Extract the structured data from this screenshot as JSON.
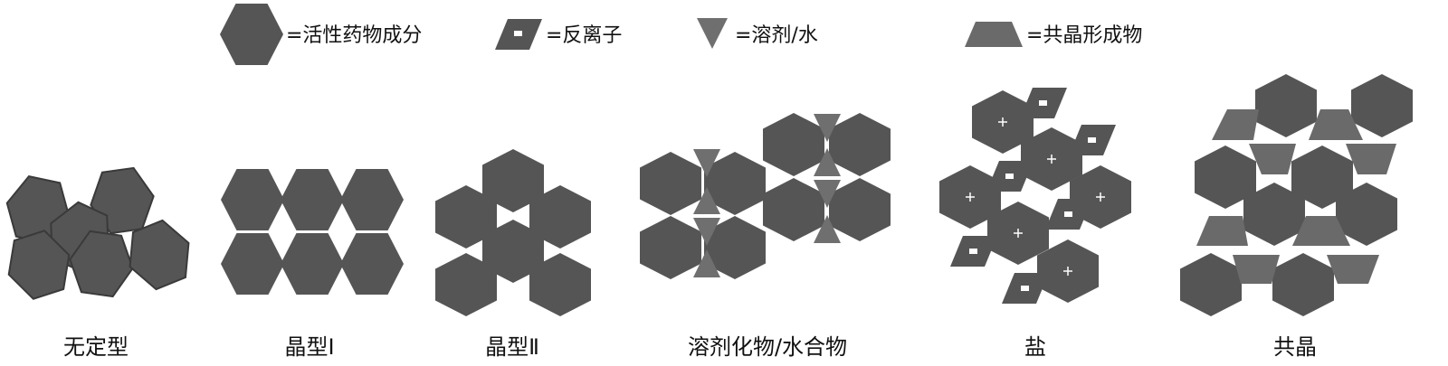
{
  "legend": {
    "api": "=活性药物成分",
    "counterion": "=反离子",
    "solvent": "=溶剂/水",
    "coformer": "=共晶形成物"
  },
  "captions": {
    "amorphous": "无定型",
    "form1": "晶型Ⅰ",
    "form2": "晶型Ⅱ",
    "solvate": "溶剂化物/水合物",
    "salt": "盐",
    "cocrystal": "共晶"
  },
  "colors": {
    "api_fill": "#555555",
    "api_stroke": "#3a3a3a",
    "triangle_fill": "#6f6f6f",
    "coformer_fill": "#6a6a6a",
    "marker": "#ffffff"
  }
}
